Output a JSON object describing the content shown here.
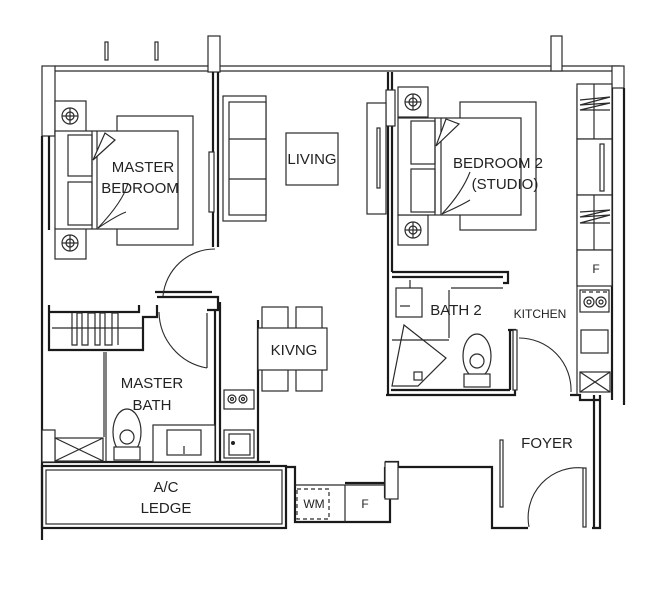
{
  "floor_plan": {
    "rooms": [
      {
        "id": "master-bedroom",
        "lines": [
          "MASTER",
          "BEDROOM"
        ]
      },
      {
        "id": "living",
        "lines": [
          "LIVING"
        ]
      },
      {
        "id": "bedroom-2",
        "lines": [
          "BEDROOM 2",
          "(STUDIO)"
        ]
      },
      {
        "id": "bath-2",
        "lines": [
          "BATH 2"
        ]
      },
      {
        "id": "kitchen",
        "lines": [
          "KITCHEN"
        ]
      },
      {
        "id": "dining",
        "lines": [
          "KIVNG"
        ]
      },
      {
        "id": "master-bath",
        "lines": [
          "MASTER",
          "BATH"
        ]
      },
      {
        "id": "foyer",
        "lines": [
          "FOYER"
        ]
      },
      {
        "id": "ac-ledge",
        "lines": [
          "A/C",
          "LEDGE"
        ]
      }
    ],
    "fixtures": {
      "washing_machine": "WM",
      "fridge_kitchen": "F",
      "fridge_store": "F"
    },
    "colors": {
      "line": "#1a1a1a",
      "background": "#ffffff"
    }
  }
}
